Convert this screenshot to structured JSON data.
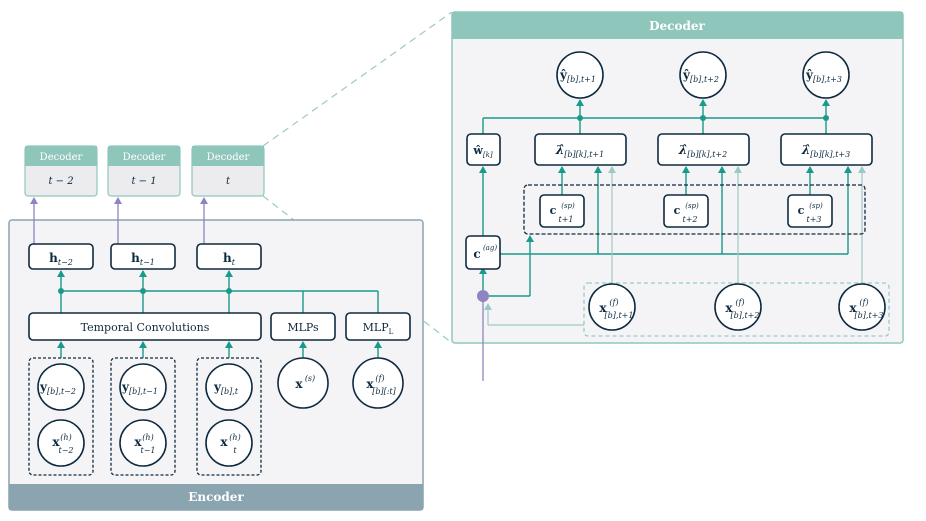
{
  "encoder": {
    "title": "Encoder",
    "temporal_conv": "Temporal Convolutions",
    "mlps": "MLPs",
    "mlp_l_main": "MLP",
    "mlp_l_sub": "L",
    "hidden": [
      {
        "main": "h",
        "sub": "t−2"
      },
      {
        "main": "h",
        "sub": "t−1"
      },
      {
        "main": "h",
        "sub": "t"
      }
    ],
    "targets": [
      {
        "main": "y",
        "sub": "[b],t−2"
      },
      {
        "main": "y",
        "sub": "[b],t−1"
      },
      {
        "main": "y",
        "sub": "[b],t"
      }
    ],
    "hist": [
      {
        "main": "x",
        "sup": "(h)",
        "sub": "t−2"
      },
      {
        "main": "x",
        "sup": "(h)",
        "sub": "t−1"
      },
      {
        "main": "x",
        "sup": "(h)",
        "sub": "t"
      }
    ],
    "static": {
      "main": "x",
      "sup": "(s)"
    },
    "future": {
      "main": "x",
      "sup": "(f)",
      "sub": "[b][:t]"
    }
  },
  "mini_decoders": [
    {
      "title": "Decoder",
      "step": "t − 2"
    },
    {
      "title": "Decoder",
      "step": "t − 1"
    },
    {
      "title": "Decoder",
      "step": "t"
    }
  ],
  "decoder": {
    "title": "Decoder",
    "outputs": [
      {
        "main": "ŷ",
        "sub": "[b],t+1"
      },
      {
        "main": "ŷ",
        "sub": "[b],t+2"
      },
      {
        "main": "ŷ",
        "sub": "[b],t+3"
      }
    ],
    "weights": {
      "main": "ŵ",
      "sub": "[k]"
    },
    "lambdas": [
      {
        "main": "λ̂",
        "sub": "[b][k],t+1"
      },
      {
        "main": "λ̂",
        "sub": "[b][k],t+2"
      },
      {
        "main": "λ̂",
        "sub": "[b][k],t+3"
      }
    ],
    "contexts_sp": [
      {
        "main": "c",
        "sup": "(sp)",
        "sub": "t+1"
      },
      {
        "main": "c",
        "sup": "(sp)",
        "sub": "t+2"
      },
      {
        "main": "c",
        "sup": "(sp)",
        "sub": "t+3"
      }
    ],
    "context_ag": {
      "main": "c",
      "sup": "(ag)"
    },
    "future": [
      {
        "main": "x",
        "sup": "(f)",
        "sub": "[b],t+1"
      },
      {
        "main": "x",
        "sup": "(f)",
        "sub": "[b],t+2"
      },
      {
        "main": "x",
        "sup": "(f)",
        "sub": "[b],t+3"
      }
    ]
  },
  "colors": {
    "teal_header": "#8fc6bb",
    "encoder_header": "#8aa4b0",
    "panel_bg": "#f4f4f7",
    "wire": "#1a9a8a",
    "wire_light": "#9cc9c4",
    "purple": "#8e84c0",
    "ink": "#0f2a3f"
  }
}
